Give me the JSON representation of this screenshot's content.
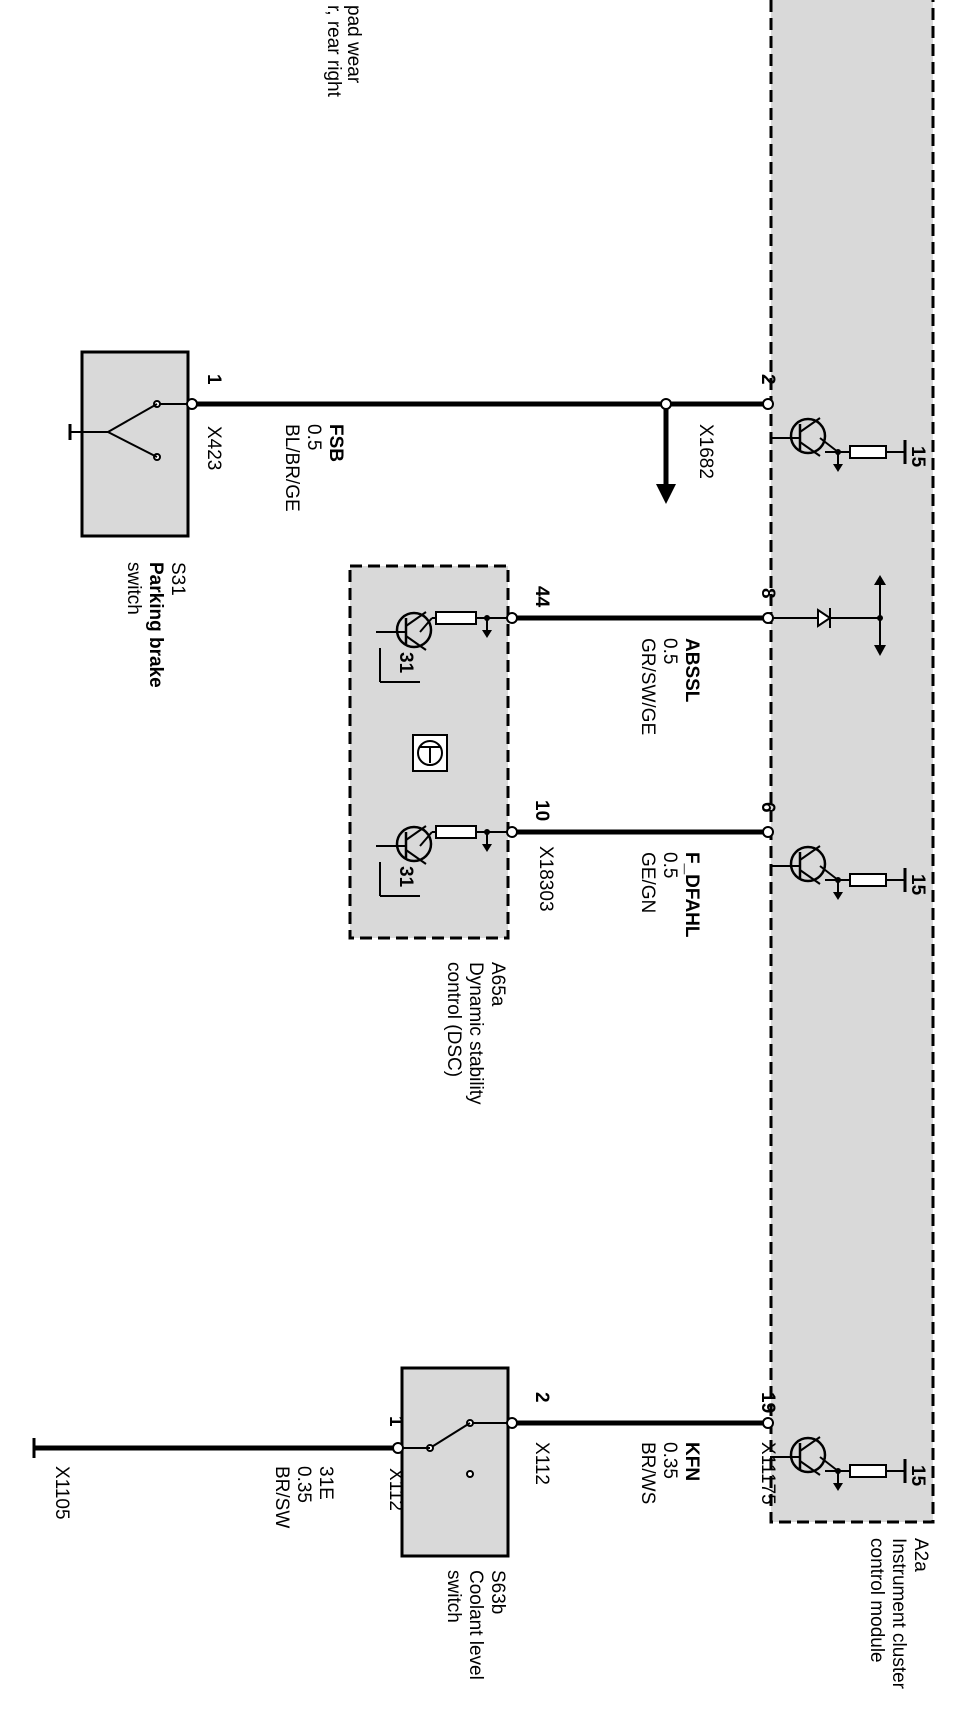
{
  "cutoff_text": [
    "pad wear",
    "r, rear right"
  ],
  "instrument_cluster": {
    "id": "A2a",
    "name": [
      "Instrument cluster",
      "control module"
    ],
    "supply_terminal": "15"
  },
  "parking_brake": {
    "id": "S31",
    "name": [
      "Parking brake",
      "switch"
    ],
    "pin": "1",
    "connector": "X423",
    "wire_name": "FSB",
    "wire_size": "0.5",
    "wire_color": "BL/BR/GE",
    "cluster_pin": "2",
    "splice": "X1682"
  },
  "dsc": {
    "id": "A65a",
    "name": [
      "Dynamic stability",
      "control (DSC)"
    ],
    "ground_terminal": "31",
    "connector": "X18303"
  },
  "abs_line": {
    "wire_name": "ABSSL",
    "wire_size": "0.5",
    "wire_color": "GR/SW/GE",
    "dsc_pin": "44",
    "cluster_pin": "8"
  },
  "dfahl_line": {
    "wire_name": "F_DFAHL",
    "wire_size": "0.5",
    "wire_color": "GE/GN",
    "dsc_pin": "10",
    "cluster_pin": "6"
  },
  "coolant": {
    "id": "S63b",
    "name": [
      "Coolant level",
      "switch"
    ],
    "pin_out": "2",
    "pin_gnd": "1",
    "connector_out": "X112",
    "connector_gnd": "X112",
    "wire_name": "KFN",
    "wire_size": "0.35",
    "wire_color": "BR/WS",
    "cluster_pin": "19",
    "cluster_connector": "X11175",
    "ground_wire_name": "31E",
    "ground_wire_size": "0.35",
    "ground_wire_color": "BR/SW",
    "ground_point": "X1105"
  }
}
